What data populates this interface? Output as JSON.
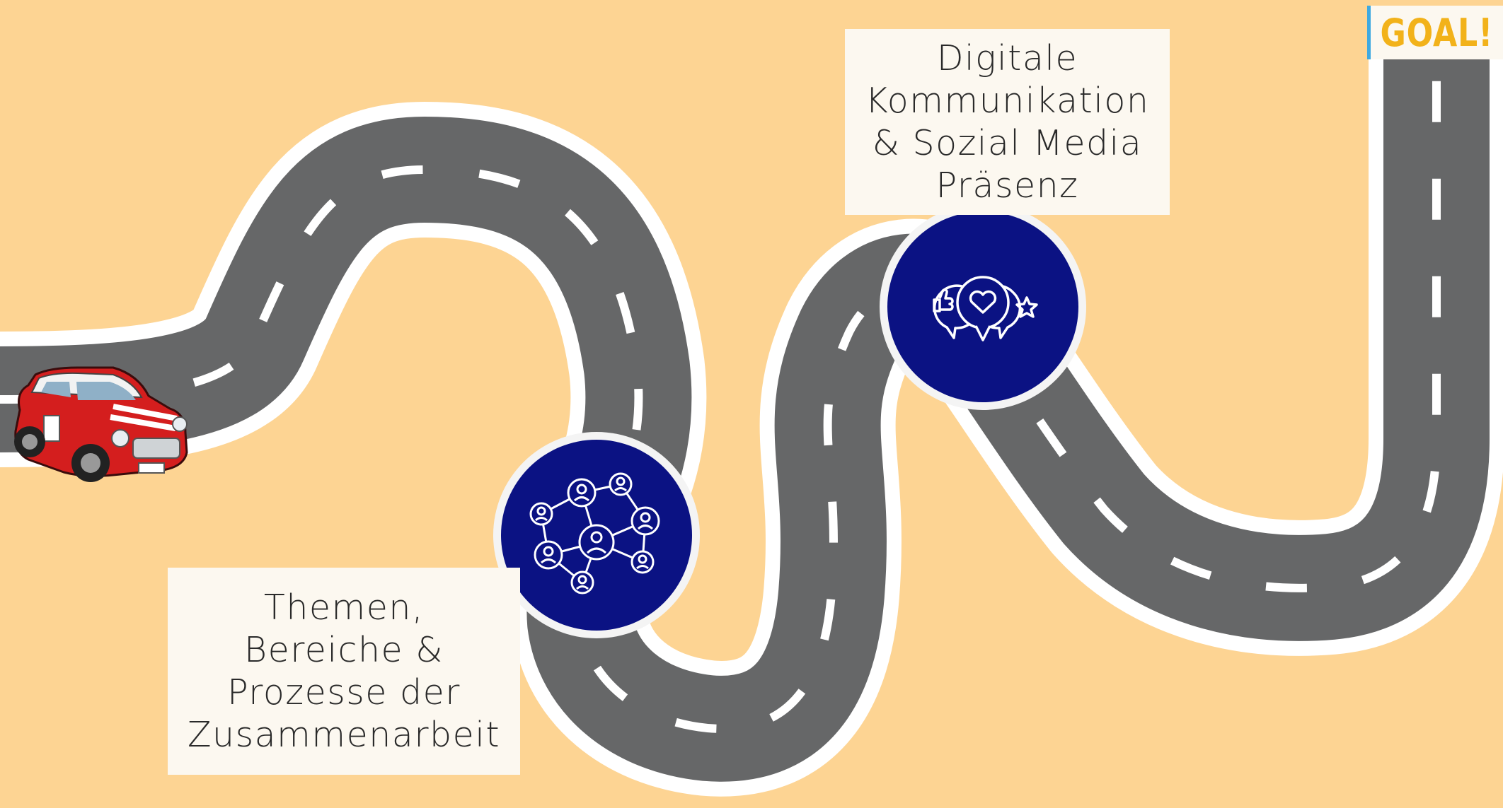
{
  "goal": {
    "text": "GOAL!"
  },
  "milestones": [
    {
      "icon": "network-people-icon",
      "label_lines": [
        "Themen,",
        "Bereiche &",
        "Prozesse der",
        "Zusammenarbeit"
      ]
    },
    {
      "icon": "social-media-bubbles-icon",
      "label_lines": [
        "Digitale",
        "Kommunikation",
        "& Sozial Media",
        "Präsenz"
      ]
    }
  ],
  "vehicle": {
    "icon": "red-mini-car-icon"
  },
  "colors": {
    "background": "#FDD493",
    "road": "#666768",
    "road_edge": "#FFFFFF",
    "lane_marking": "#FFFFFF",
    "milestone_circle": "#0B1283",
    "milestone_ring": "#F4F4F4",
    "label_box": "#FCF8F0",
    "goal_text": "#F2B21A",
    "goal_pole": "#3FA9E0",
    "car_body": "#D41E1E"
  }
}
